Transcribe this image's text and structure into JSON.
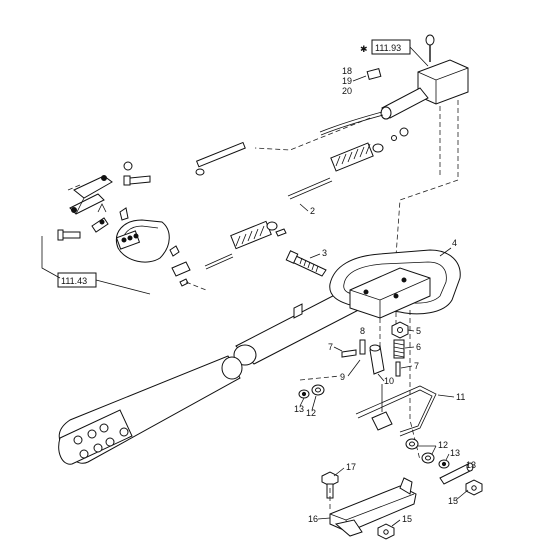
{
  "refs": {
    "ref_111_93": "111.93",
    "ref_111_43": "111.43",
    "asterisk": "✱"
  },
  "labels": {
    "p18": "18",
    "p19": "19",
    "p20": "20",
    "p2": "2",
    "p3": "3",
    "p4": "4",
    "p5": "5",
    "p6": "6",
    "p7a": "7",
    "p7b": "7",
    "p8": "8",
    "p9": "9",
    "p10": "10",
    "p11": "11",
    "p12a": "12",
    "p12b": "12",
    "p13a": "13",
    "p13b": "13",
    "p13c": "13",
    "p15a": "15",
    "p15b": "15",
    "p16": "16",
    "p17": "17"
  }
}
